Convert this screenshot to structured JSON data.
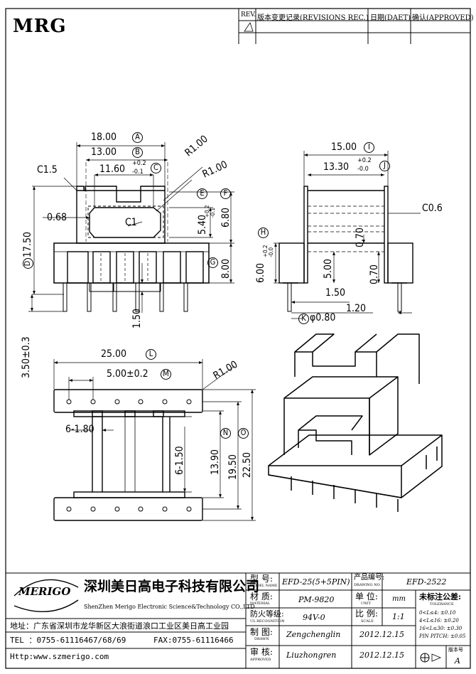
{
  "logo": "MRG",
  "revision_table": {
    "rev": "REV.",
    "change_record": "版本变更记录(REVISIONS REC.)",
    "date": "日期(DAET)",
    "approved": "确认(APPROVED)"
  },
  "front_view": {
    "width_18": "18.00",
    "marker_a": "A",
    "width_13": "13.00",
    "marker_b": "B",
    "width_11_60": "11.60",
    "tol_11_60_upper": "+0.2",
    "tol_11_60_lower": "-0.1",
    "marker_c": "C",
    "chamfer": "C1.5",
    "radius_1": "R1.00",
    "radius_2": "R1.00",
    "marker_e": "E",
    "marker_f": "F",
    "dim_0_68": "0.68",
    "inner_label": "C1",
    "dim_5_40": "5.40",
    "tol_5_40_upper": "+0.2",
    "tol_5_40_lower": "-0.1",
    "dim_6_80": "6.80",
    "height_17_50": "17.50",
    "marker_d": "D",
    "marker_g": "G",
    "dim_8_00": "8.00",
    "dim_1_50": "1.50",
    "pin_len": "3.50±0.3"
  },
  "side_view": {
    "width_15": "15.00",
    "marker_i": "I",
    "width_13_30": "13.30",
    "tol_13_30_upper": "+0.2",
    "tol_13_30_lower": "-0.0",
    "marker_j": "J",
    "chamfer": "C0.6",
    "marker_h": "H",
    "dim_6_00": "6.00",
    "tol_6_00_upper": "+0.2",
    "tol_6_00_lower": "-0.0",
    "dim_5_00": "5.00",
    "dim_0_70_a": "0.70",
    "dim_0_70_b": "0.70",
    "dim_1_50": "1.50",
    "dim_1_20": "1.20",
    "marker_k": "K",
    "pin_dia": "φ0.80"
  },
  "bottom_view": {
    "width_25": "25.00",
    "marker_l": "L",
    "pitch": "5.00±0.2",
    "marker_m": "M",
    "radius": "R1.00",
    "slot_width": "6-1.80",
    "slot_len": "6-1.50",
    "dim_13_90": "13.90",
    "marker_n": "N",
    "dim_19_50": "19.50",
    "dim_22_50": "22.50",
    "marker_o": "O"
  },
  "title_block": {
    "brand": "MERIGO",
    "company_cn": "深圳美日高电子科技有限公司",
    "company_en": "ShenZhen Merigo Electronic Science&Technology CO.,LTD",
    "address": "地址：广东省深圳市龙华新区大浪街道浪口工业区美日高工业园",
    "tel": "TEL ：0755-61116467/68/69",
    "fax": "FAX:0755-61116466",
    "http": "Http:www.szmerigo.com",
    "model_label": "型  号:",
    "model_label_en": "MODEL NAME",
    "model_value": "EFD-25(5+5PIN)",
    "drawing_no_label": "产品编号:",
    "drawing_no_label_en": "DRAWING NO.",
    "drawing_no_value": "EFD-2522",
    "material_label": "材  质:",
    "material_label_en": "MATERIAL",
    "material_value": "PM-9820",
    "unit_label": "单  位:",
    "unit_label_en": "UNIT",
    "unit_value": "mm",
    "tolerance_label": "未标注公差:",
    "tolerance_label_en": "TOLERANCE",
    "ul_label": "防火等级:",
    "ul_label_en": "UL RECOGNITION",
    "ul_value": "94V-0",
    "scale_label": "比  例:",
    "scale_label_en": "SCALE",
    "scale_value": "1:1",
    "drawn_label": "制  图:",
    "drawn_label_en": "DRAWN",
    "drawn_value": "Zengchenglin",
    "drawn_date": "2012.12.15",
    "approved_label": "审  核:",
    "approved_label_en": "APPROVED",
    "approved_value": "Liuzhongren",
    "approved_date": "2012.12.15",
    "tol_row1": "0<L≤4:  ±0.10",
    "tol_row2": "4<L≤16: ±0.20",
    "tol_row3": "16<L≤30: ±0.30",
    "tol_row4": "PIN PITCH: ±0.05",
    "version_label": "版本号",
    "version_value": "A"
  }
}
